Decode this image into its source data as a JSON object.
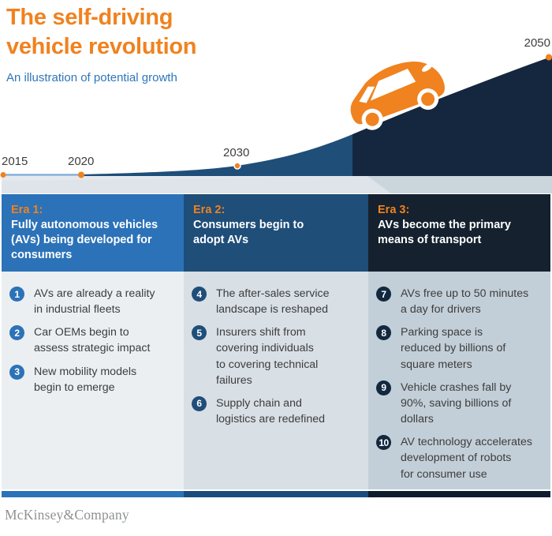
{
  "header": {
    "title": "The self-driving\nvehicle revolution",
    "subtitle": "An illustration of potential growth"
  },
  "timeline": {
    "years": [
      {
        "label": "2015"
      },
      {
        "label": "2020"
      },
      {
        "label": "2030"
      },
      {
        "label": "2050"
      }
    ]
  },
  "icons": {
    "car": "orange-minivan-driving-up-slope",
    "dots": "orange-timeline-dot"
  },
  "eras": [
    {
      "label": "Era 1:",
      "title": "Fully autonomous vehicles\n(AVs) being developed for\nconsumers",
      "items": [
        {
          "num": "1",
          "text": "AVs are already a reality\nin industrial fleets"
        },
        {
          "num": "2",
          "text": "Car OEMs begin to\nassess strategic impact"
        },
        {
          "num": "3",
          "text": "New mobility models\nbegin to emerge"
        }
      ]
    },
    {
      "label": "Era 2:",
      "title": "Consumers begin to\nadopt AVs",
      "items": [
        {
          "num": "4",
          "text": "The after-sales service\nlandscape is reshaped"
        },
        {
          "num": "5",
          "text": "Insurers shift from\ncovering individuals\nto covering technical\nfailures"
        },
        {
          "num": "6",
          "text": "Supply chain and\nlogistics are redefined"
        }
      ]
    },
    {
      "label": "Era 3:",
      "title": "AVs become the primary\nmeans of transport",
      "items": [
        {
          "num": "7",
          "text": "AVs free up to 50 minutes\na day for drivers"
        },
        {
          "num": "8",
          "text": "Parking space is\nreduced by billions of\nsquare meters"
        },
        {
          "num": "9",
          "text": "Vehicle crashes fall by\n90%, saving billions of\ndollars"
        },
        {
          "num": "10",
          "text": "AV technology accelerates\ndevelopment of robots\nfor consumer use"
        }
      ]
    }
  ],
  "footer": {
    "logo": "McKinsey&Company"
  },
  "colors": {
    "orange": "#F0821F",
    "subtitle_blue": "#2E76BB",
    "era1_blue": "#2C72B8",
    "era2_blue": "#1F4E79",
    "era3_navy": "#15212E",
    "curve_era2_fill": "#1F4E79",
    "curve_era3_fill": "#14273E",
    "ground_light": "#E4E9ED",
    "ground_dark": "#CBD5DC"
  }
}
